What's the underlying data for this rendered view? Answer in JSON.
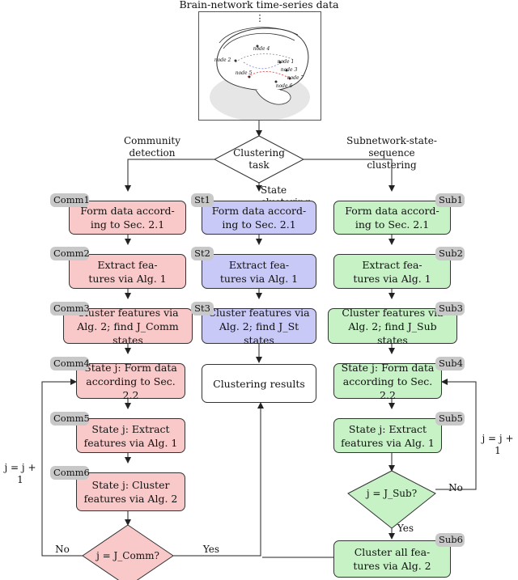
{
  "title": "Brain-network time-series data",
  "brain": {
    "ellipsis": "⋮",
    "nodes": [
      "node 2",
      "node 3",
      "node 4",
      "node 5",
      "node 1",
      "node 6",
      "node 7"
    ]
  },
  "decision_main": {
    "text": "Clustering\ntask"
  },
  "branch_labels": {
    "community": "Community\ndetection",
    "state": "State clustering",
    "subnetwork": "Subnetwork-state-sequence\nclustering"
  },
  "comm": [
    {
      "tag": "Comm1",
      "text": "Form data accord-\ning to Sec. 2.1"
    },
    {
      "tag": "Comm2",
      "text": "Extract fea-\ntures via Alg. 1"
    },
    {
      "tag": "Comm3",
      "text": "Cluster features via\nAlg. 2; find J_Comm states"
    },
    {
      "tag": "Comm4",
      "text": "State j: Form data\naccording to Sec. 2.2"
    },
    {
      "tag": "Comm5",
      "text": "State j: Extract\nfeatures via Alg. 1"
    },
    {
      "tag": "Comm6",
      "text": "State j: Cluster\nfeatures via Alg. 2"
    }
  ],
  "st": [
    {
      "tag": "St1",
      "text": "Form data accord-\ning to Sec. 2.1"
    },
    {
      "tag": "St2",
      "text": "Extract fea-\ntures via Alg. 1"
    },
    {
      "tag": "St3",
      "text": "Cluster features via\nAlg. 2; find J_St states"
    }
  ],
  "results": {
    "text": "Clustering results"
  },
  "sub": [
    {
      "tag": "Sub1",
      "text": "Form data accord-\ning to Sec. 2.1"
    },
    {
      "tag": "Sub2",
      "text": "Extract fea-\ntures via Alg. 1"
    },
    {
      "tag": "Sub3",
      "text": "Cluster features via\nAlg. 2; find J_Sub states"
    },
    {
      "tag": "Sub4",
      "text": "State j: Form data\naccording to Sec. 2.2"
    },
    {
      "tag": "Sub5",
      "text": "State j: Extract\nfeatures via Alg. 1"
    },
    {
      "tag": "Sub6",
      "text": "Cluster all fea-\ntures via Alg. 2"
    }
  ],
  "decision_comm": {
    "text": "j = J_Comm?",
    "no": "No",
    "yes": "Yes"
  },
  "decision_sub": {
    "text": "j = J_Sub?",
    "no": "No",
    "yes": "Yes"
  },
  "loop_left": "j = j + 1",
  "loop_right": "j = j + 1",
  "colors": {
    "red": "#f9c9c9",
    "blue": "#c9c9f7",
    "green": "#c6f2c6",
    "tag": "#c8c8c8"
  }
}
